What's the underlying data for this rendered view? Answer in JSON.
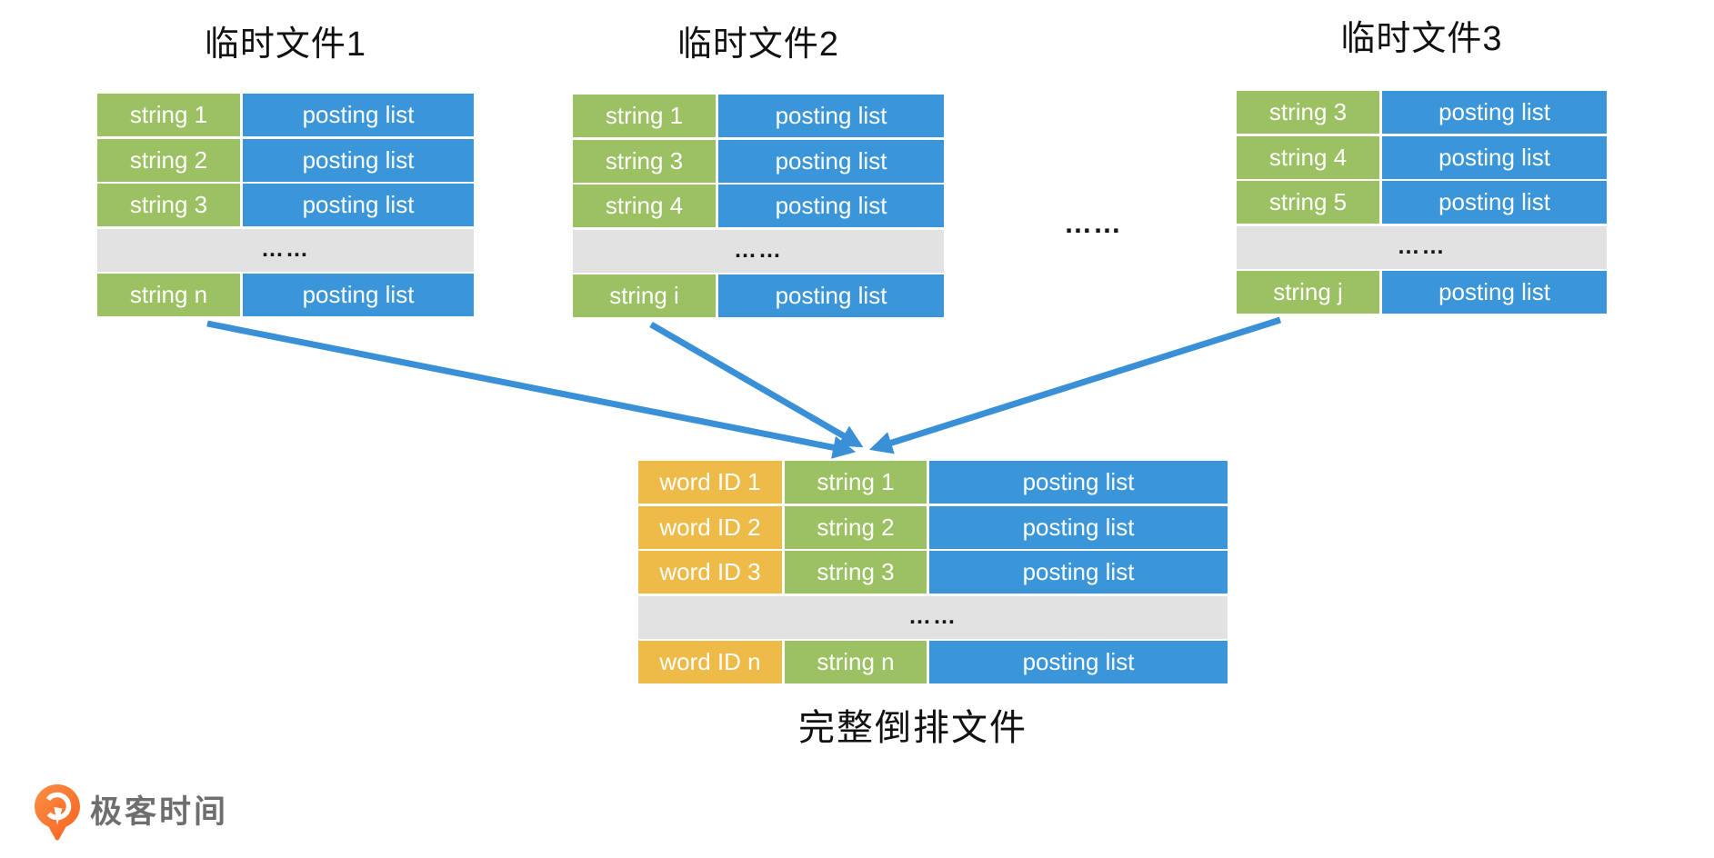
{
  "colors": {
    "green": "#9BC162",
    "blue": "#3B96D9",
    "yellow": "#EFBB48",
    "gray": "#E2E2E2",
    "arrow": "#3A90D6",
    "logo_orange_light": "#FB8F45",
    "logo_orange_dark": "#F86320",
    "logo_text_color": "#6E6E6E"
  },
  "diagram": {
    "temp_files": [
      {
        "title": "临时文件1",
        "rows": [
          {
            "key": "string 1",
            "value": "posting list"
          },
          {
            "key": "string 2",
            "value": "posting list"
          },
          {
            "key": "string 3",
            "value": "posting list"
          },
          {
            "ellipsis": "……"
          },
          {
            "key": "string n",
            "value": "posting list"
          }
        ]
      },
      {
        "title": "临时文件2",
        "rows": [
          {
            "key": "string 1",
            "value": "posting list"
          },
          {
            "key": "string 3",
            "value": "posting list"
          },
          {
            "key": "string 4",
            "value": "posting list"
          },
          {
            "ellipsis": "……"
          },
          {
            "key": "string i",
            "value": "posting list"
          }
        ]
      },
      {
        "title": "临时文件3",
        "rows": [
          {
            "key": "string 3",
            "value": "posting list"
          },
          {
            "key": "string 4",
            "value": "posting list"
          },
          {
            "key": "string 5",
            "value": "posting list"
          },
          {
            "ellipsis": "……"
          },
          {
            "key": "string j",
            "value": "posting list"
          }
        ]
      }
    ],
    "separator": "……",
    "merged": {
      "title": "完整倒排文件",
      "rows": [
        {
          "id": "word ID 1",
          "key": "string 1",
          "value": "posting list"
        },
        {
          "id": "word ID 2",
          "key": "string 2",
          "value": "posting list"
        },
        {
          "id": "word ID 3",
          "key": "string 3",
          "value": "posting list"
        },
        {
          "ellipsis": "……"
        },
        {
          "id": "word ID n",
          "key": "string n",
          "value": "posting list"
        }
      ]
    }
  },
  "logo": {
    "text": "极客时间"
  }
}
